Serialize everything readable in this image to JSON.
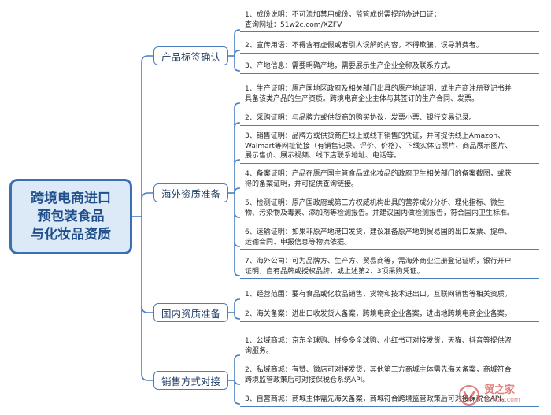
{
  "root": {
    "lines": [
      "跨境电商进口",
      "预包装食品",
      "与化妆品资质"
    ]
  },
  "branches": [
    {
      "label": "产品标签确认",
      "leaves": [
        [
          "1、成份说明：不可添加禁用成份，监管成份需提前办进口证；",
          "查询网址：51w2c.com/XZFV"
        ],
        [
          "2、宣传用语：不得含有虚假或者引人误解的内容，不得欺骗、误导消费者。"
        ],
        [
          "3、产地信息：需要明确产地，需要展示生产企业全称及联系方式。"
        ]
      ]
    },
    {
      "label": "海外资质准备",
      "leaves": [
        [
          "1、生产证明：原产国地区政府及相关部门出具的原产地证明，或生产商注册登记书并",
          "具备该类产品的生产资质。跨境电商企业主体与其签订的生产合同、发票。"
        ],
        [
          "2、采购证明：与品牌方或供货商的购买协议，发票小票、银行交易记录。"
        ],
        [
          "3、销售证明：品牌方或供货商在线上或线下销售的凭证，并可提供线上Amazon、",
          "Walmart等网址链接（有销售记录、评价、价格）、下线实体店照片、商品展示图片、",
          "展示售价、展示视频、线下店联系地址、电话等。"
        ],
        [
          "4、备案证明：产品在原产国主管食品或化妆品的政府卫生相关部门的备案截图，或获",
          "得的备案证明，并可提供查询链接。"
        ],
        [
          "5、检测证明：原产国政府或第三方权威机构出具的营养成分分析、理化指标、微生",
          "物、污染物及毒素、添加剂等检测报告。并建议国内做检测报告，符合国内卫生标准。"
        ],
        [
          "6、运输证明：如果非原产地港口发货，建议准备原产地到贸易国的出口发票、提单、",
          "运输合同、申报信息等物流依据。"
        ],
        [
          "7、海外公司：可为品牌方、生产方、贸易商等，需海外商业注册登记证明，银行开户",
          "证明，自有品牌或授权品牌，或上述第2、3项采购凭证。"
        ]
      ]
    },
    {
      "label": "国内资质准备",
      "leaves": [
        [
          "1、经营范围：要有食品或化妆品销售，货物和技术进出口，互联网销售等相关资质。"
        ],
        [
          "2、海关备案：进出口收发货人备案，跨境电商企业备案，进出地跨境电商企业备案。"
        ]
      ]
    },
    {
      "label": "销售方式对接",
      "leaves": [
        [
          "1、公域商城：京东全球购、拼多多全球购、小红书可对接发货，天猫、抖音等提供咨",
          "询服务。"
        ],
        [
          "2、私域商城：有赞、微店可对接发货，其他第三方商城主体需先海关备案，商城符合",
          "跨境监管政策后可对接保税仓系统API。"
        ],
        [
          "3、自营商城：商城主体需先海关备案，商城符合跨境监管政策后可对接保税仓API。"
        ]
      ]
    }
  ],
  "watermark": {
    "brand": "贸之家",
    "site": "51w2c.com"
  },
  "colors": {
    "accent": "#4a7ec0",
    "root_border": "#3c6fb0",
    "root_fill": "#dce9f7",
    "root_text": "#1f4e8a"
  }
}
